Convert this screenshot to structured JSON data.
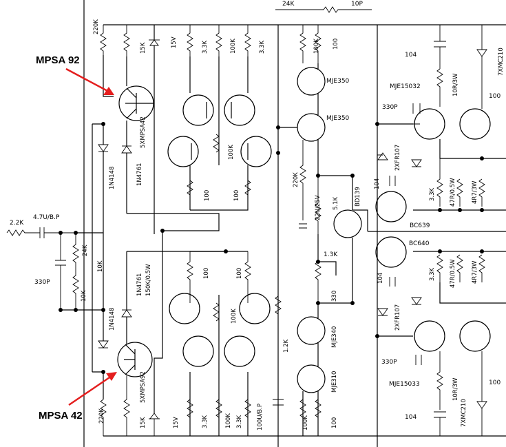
{
  "callouts": {
    "top": "MPSA 92",
    "bottom": "MPSA 42"
  },
  "labels": {
    "r_24k": "24K",
    "c_10p": "10P",
    "r_220k_top": "220K",
    "r_15k_top": "15K",
    "z_15v_top": "15V",
    "r_33k_a": "3.3K",
    "r_100k_a": "100K",
    "r_33k_b": "3.3K",
    "r_100k_mje": "100K",
    "r_100_mje": "100",
    "q_mje350_a": "MJE350",
    "q_mje350_b": "MJE350",
    "q_5xmpsa42": "5XMPSA42",
    "d_1n4148_top": "1N4148",
    "d_1n4761_top": "1N4761",
    "r_100k_mid": "100K",
    "r_100_a": "100",
    "r_100_b": "100",
    "r_220k_mid": "220K",
    "c_22u": "22U/25V",
    "r_51k": "5.1K",
    "q_bd139": "BD139",
    "r_13k": "1.3K",
    "r_330": "330",
    "r_22k_in": "2.2K",
    "c_47u": "4.7U/B.P",
    "c_330p_in": "330P",
    "r_24k_in": "24K",
    "r_10k_a": "10K",
    "r_10k_b": "10K",
    "d_1n4148_bot": "1N4148",
    "d_1n4761_bot": "1N4761",
    "r_150k": "150K/0.5W",
    "r_100_c": "100",
    "r_100_d": "100",
    "r_100k_bot": "100K",
    "r_12k": "1.2K",
    "q_mje340": "MJE340",
    "q_mje310": "MJE310",
    "q_5xmpsa92": "5XMPSA92",
    "r_220k_bot": "220K",
    "r_15k_bot": "15K",
    "z_15v_bot": "15V",
    "r_33k_c": "3.3K",
    "r_100k_c": "100K",
    "r_33k_d": "3.3K",
    "c_100u": "100U/B.P",
    "r_100k_e": "100K",
    "r_100_e": "100",
    "c_104_a": "104",
    "q_mje15032": "MJE15032",
    "r_10r_3w_a": "10R/3W",
    "c_330p_a": "330P",
    "r_7xmc210_a": "7XMC210",
    "r_100_f": "100",
    "d_2xfr107_a": "2XFR107",
    "c_104_b": "104",
    "r_33k_e": "3.3K",
    "r_47r_a": "47R/0.5W",
    "r_4r7_a": "4R7/3W",
    "q_bc639": "BC639",
    "q_bc640": "BC640",
    "r_33k_f": "3.3K",
    "r_47r_b": "47R/0.5W",
    "r_4r7_b": "4R7/3W",
    "c_104_c": "104",
    "d_2xfr107_b": "2XFR107",
    "c_330p_b": "330P",
    "q_mje15033": "MJE15033",
    "r_10r_3w_b": "10R/3W",
    "r_7xmc210_b": "7XMC210",
    "c_104_d": "104",
    "r_100_g": "100"
  },
  "colors": {
    "ink": "#000000",
    "callout_arrow": "#e41e1e"
  }
}
